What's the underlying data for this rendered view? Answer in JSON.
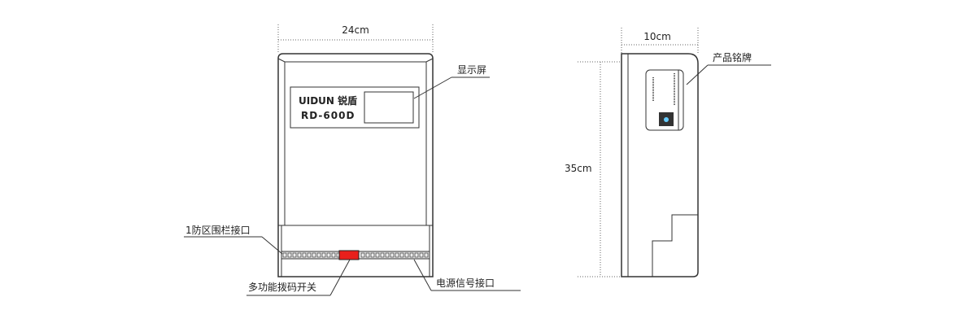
{
  "front_view": {
    "width_label": "24cm",
    "brand": "UIDUN 锐盾",
    "model": "RD-600D",
    "callouts": {
      "display": "显示屏",
      "zone_port": "1防区围栏接口",
      "dip_switch": "多功能拨码开关",
      "power_port": "电源信号接口"
    },
    "switch_color": "#e8201c"
  },
  "side_view": {
    "width_label": "10cm",
    "height_label": "35cm",
    "callouts": {
      "nameplate": "产品铭牌"
    }
  }
}
